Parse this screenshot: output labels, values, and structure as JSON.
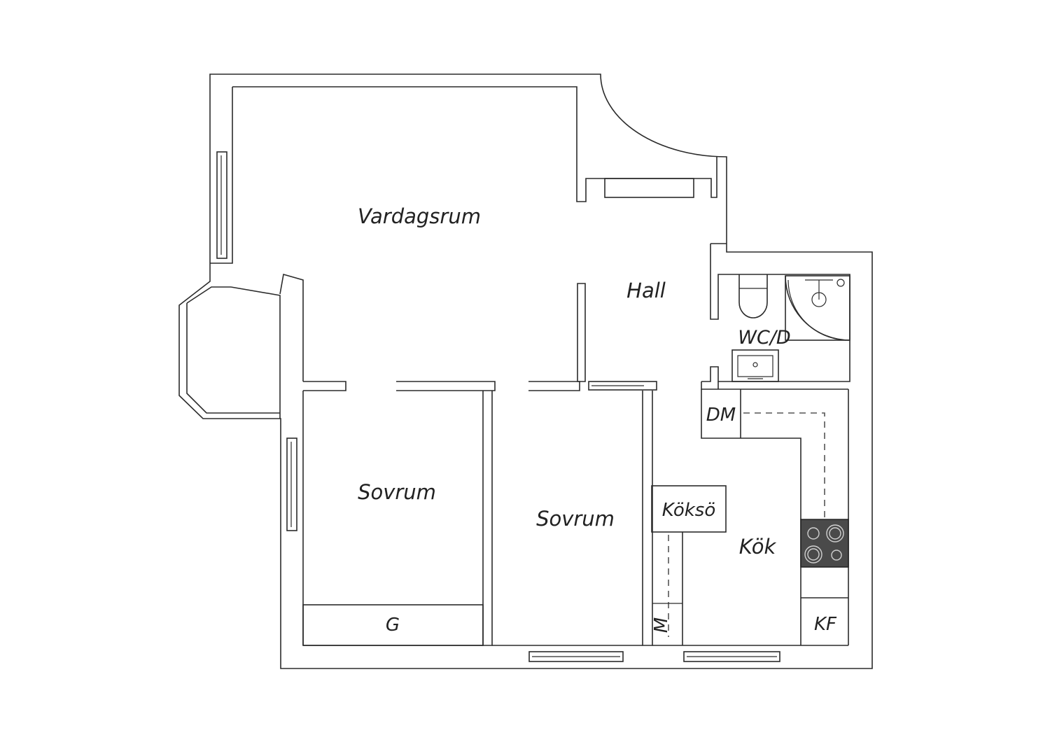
{
  "rooms": {
    "living": "Vardagsrum",
    "hall": "Hall",
    "bathroom": "WC/D",
    "bedroom_left": "Sovrum",
    "bedroom_right": "Sovrum",
    "kitchen": "Kök",
    "kitchen_island": "Köksö",
    "dishwasher": "DM",
    "wardrobe": "G",
    "washer": "M",
    "fridge_freezer": "KF"
  },
  "colors": {
    "walls": "#2b2b2b",
    "stove": "#4a4a4a",
    "background": "#ffffff"
  }
}
